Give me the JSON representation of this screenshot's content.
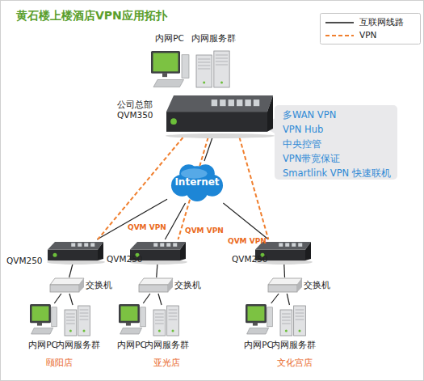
{
  "diagram": {
    "title": "黄石楼上楼酒店VPN应用拓扑",
    "nodes": [
      {
        "text": [
          "内网PC"
        ]
      },
      {
        "text": [
          "内网服务群"
        ]
      },
      {
        "text": [
          "公司总部 QVM350"
        ]
      },
      {
        "text": [
          "多WAN VPN",
          "VPN Hub",
          "中央控管",
          "VPN带宽保证",
          "Smartlink VPN 快速联机"
        ]
      },
      {
        "text": [
          "Internet"
        ]
      },
      {
        "text": [
          "QVM250"
        ]
      },
      {
        "text": [
          "QVM250"
        ]
      },
      {
        "text": [
          "QVM250"
        ]
      },
      {
        "text": [
          "交换机"
        ]
      },
      {
        "text": [
          "交换机"
        ]
      },
      {
        "text": [
          "交换机"
        ]
      },
      {
        "text": [
          "内网PC"
        ]
      },
      {
        "text": [
          "内网服务群"
        ]
      },
      {
        "text": [
          "内网PC"
        ]
      },
      {
        "text": [
          "内网服务群"
        ]
      },
      {
        "text": [
          "内网PC"
        ]
      },
      {
        "text": [
          "内网服务群"
        ]
      }
    ],
    "edges": [
      {
        "from": 2,
        "to": 4,
        "arrow": "none"
      },
      {
        "from": 4,
        "to": 5,
        "arrow": "none"
      },
      {
        "from": 4,
        "to": 6,
        "arrow": "none"
      },
      {
        "from": 4,
        "to": 7,
        "arrow": "none"
      },
      {
        "from": 2,
        "to": 5,
        "label": "QVM VPN",
        "arrow": "none"
      },
      {
        "from": 2,
        "to": 6,
        "label": "QVM VPN",
        "arrow": "none"
      },
      {
        "from": 2,
        "to": 7,
        "label": "QVM VPN",
        "arrow": "none"
      },
      {
        "from": 5,
        "to": 8,
        "arrow": "none"
      },
      {
        "from": 6,
        "to": 9,
        "arrow": "none"
      },
      {
        "from": 7,
        "to": 10,
        "arrow": "none"
      },
      {
        "from": 8,
        "to": 11,
        "arrow": "none"
      },
      {
        "from": 8,
        "to": 12,
        "arrow": "none"
      },
      {
        "from": 9,
        "to": 13,
        "arrow": "none"
      },
      {
        "from": 9,
        "to": 14,
        "arrow": "none"
      },
      {
        "from": 10,
        "to": 15,
        "arrow": "none"
      },
      {
        "from": 10,
        "to": 16,
        "arrow": "none"
      }
    ],
    "labels": [
      "颐阳店",
      "亚光店",
      "文化宫店"
    ],
    "legend": [
      {
        "text": "互联网线路"
      },
      {
        "text": "VPN"
      }
    ]
  }
}
